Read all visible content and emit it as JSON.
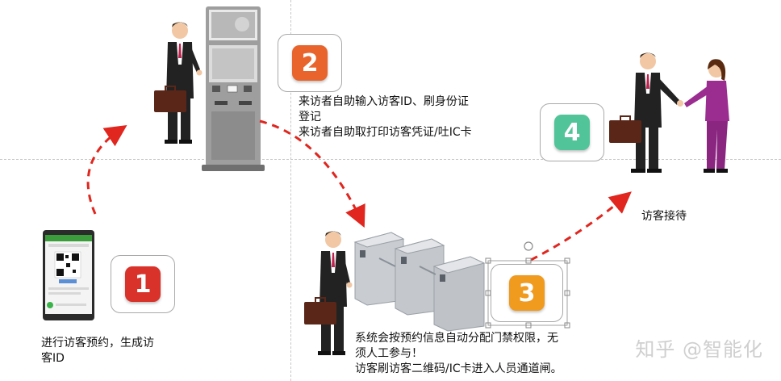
{
  "steps": [
    {
      "number": "1",
      "color": "#d8322a",
      "caption_lines": [
        "进行访客预约，生成访",
        "客ID"
      ]
    },
    {
      "number": "2",
      "color": "#e8642c",
      "caption_lines": [
        "来访者自助输入访客ID、刷身份证",
        "登记",
        "来访者自助取打印访客凭证/吐IC卡"
      ]
    },
    {
      "number": "3",
      "color": "#f09a1e",
      "caption_lines": [
        "系统会按预约信息自动分配门禁权限，无",
        "须人工参与！",
        "访客刷访客二维码/IC卡进入人员通道闸。"
      ]
    },
    {
      "number": "4",
      "color": "#52c49a",
      "caption_lines": [
        "访客接待"
      ]
    }
  ],
  "watermark": "知乎 @智能化",
  "colors": {
    "arrow": "#e0261e",
    "suit": "#222222",
    "skin": "#f1c7a4",
    "tie": "#c0224f",
    "briefcase": "#5a2618",
    "kiosk": "#8c8c8c",
    "gate": "#bfc3c8",
    "woman": "#9a2d8f"
  }
}
